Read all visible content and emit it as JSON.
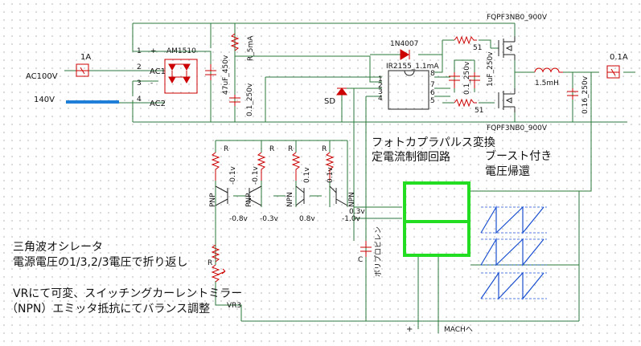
{
  "components": {
    "fuse_in": "1A",
    "fuse_out": "0.1A",
    "ac_source": "AC100V",
    "dc_source": "140V",
    "bridge": "AM1510",
    "pin1": "1",
    "pin2": "2",
    "pin3": "3",
    "pin4": "4",
    "plus": "+",
    "minus": "-",
    "ac1": "AC1",
    "ac2": "AC2",
    "cap_bulk": "47uF_450v",
    "cap_bulk2": "0.1_250v",
    "res_bias": "R_5mA",
    "diode": "1N4007",
    "driver": "IR2155_1.1mA",
    "r51a": "51",
    "r51b": "51",
    "cboot": "0.1_250v",
    "cboot2": "1uF_250v",
    "mosfet_hi": "FQPF3NB0_900V",
    "mosfet_lo": "FQPF3NB0_900V",
    "inductor": "1.5mH",
    "cout": "0.16_250v",
    "sd": "SD",
    "dr_pins": [
      "1",
      "2",
      "3",
      "4",
      "8",
      "7",
      "6",
      "5"
    ],
    "pnp1": "PNP",
    "pnp2": "PNP",
    "npn1": "NPN",
    "npn2": "NPN",
    "r_labels": [
      "R",
      "R",
      "R",
      "R",
      "R"
    ],
    "v_labels": [
      "-0.1v",
      "-0.1v",
      "0.1v",
      "0.1v"
    ],
    "e_labels": [
      "-0.8v",
      "-0.3v",
      "0.8v",
      "-1.0v"
    ],
    "vnode": "0.3v",
    "cap_tri": "C",
    "cap_tri_note": "ポリプロピレン",
    "vr": "VR3",
    "plus_bottom": "+",
    "mach": "MACHへ"
  },
  "annotations": {
    "photo1": "フォトカプラパルス変換",
    "photo2": "定電流制御回路",
    "boost1": "ブースト付き",
    "boost2": "電圧帰還",
    "tri1": "三角波オシレータ",
    "tri2": "電源電圧の1/3,2/3電圧で折り返し",
    "vr1": "VRにて可変、スイッチングカーレントミラー",
    "vr2": "（NPN）エミッタ抵抗にてバランス調整"
  },
  "colors": {
    "wire": "#2a7a3a",
    "component": "#c00000",
    "highlight_box": "#22dd22",
    "dc_bar": "#1f7fd8",
    "waveform": "#1a4fd0"
  }
}
